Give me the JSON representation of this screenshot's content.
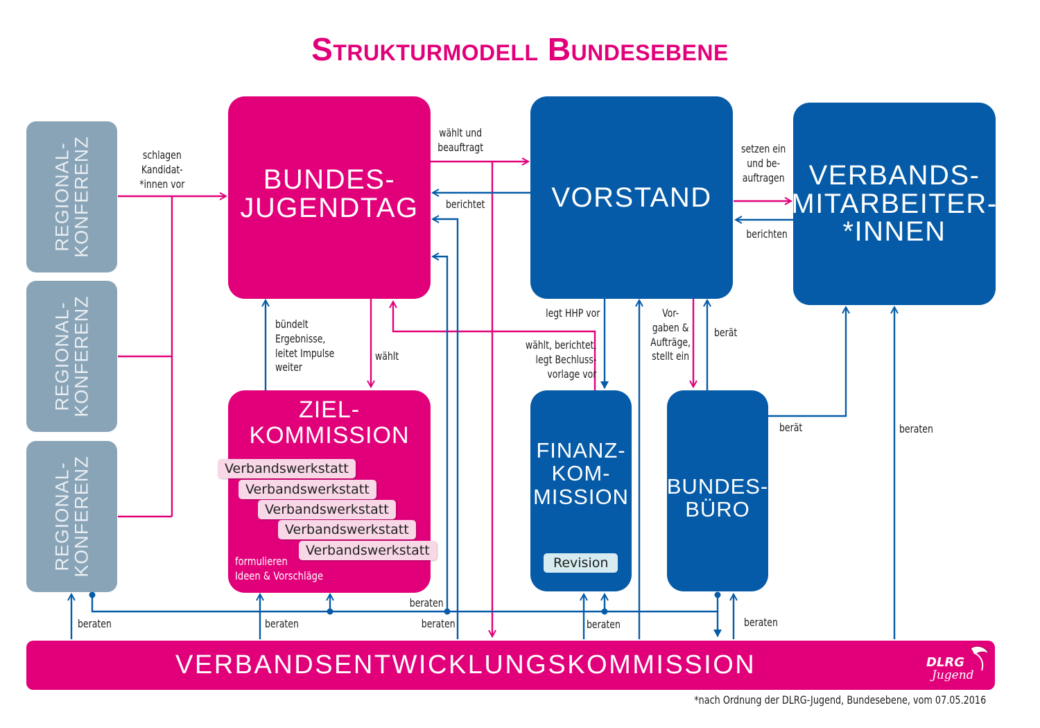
{
  "title": "Strukturmodell Bundesebene",
  "boxes": {
    "regional_1": "REGIONAL-\nKONFERENZ",
    "regional_2": "REGIONAL-\nKONFERENZ",
    "regional_3": "REGIONAL-\nKONFERENZ",
    "bundesjugendtag": "BUNDES-\nJUGENDTAG",
    "vorstand": "VORSTAND",
    "verbandsmitarbeiter": "VERBANDS-\nMITARBEITER-\n*INNEN",
    "zielkommission": "ZIEL-\nKOMMISSION",
    "finanzkommission": "FINANZ-\nKOM-\nMISSION",
    "bundesbuero": "BUNDES-\nBÜRO",
    "verbandsentwicklung": "VERBANDSENTWICKLUNGSKOMMISSION"
  },
  "werkstaetten": [
    "Verbandswerkstatt",
    "Verbandswerkstatt",
    "Verbandswerkstatt",
    "Verbandswerkstatt",
    "Verbandswerkstatt"
  ],
  "ziel_note": "formulieren\nIdeen & Vorschläge",
  "revision": "Revision",
  "labels": {
    "schlagen": "schlagen\nKandidat-\n*innen vor",
    "waehlt_beauftragt": "wählt und\nbeauftragt",
    "berichtet": "berichtet",
    "setzen_ein": "setzen ein\nund be-\nauftragen",
    "berichten": "berichten",
    "buendelt": "bündelt\nErgebnisse,\nleitet Impulse\nweiter",
    "waehlt": "wählt",
    "legt_hhp": "legt HHP vor",
    "waehlt_berichtet": "wählt, berichtet,\nlegt Bechluss-\nvorlage vor",
    "vorgaben": "Vor-\ngaben &\nAufträge,\nstellt ein",
    "beraet_1": "berät",
    "beraet_2": "berät",
    "beraten_1": "beraten",
    "beraten_2": "beraten",
    "beraten_3": "beraten",
    "beraten_4": "beraten",
    "beraten_5": "beraten",
    "beraten_6": "beraten",
    "beraten_7": "beraten"
  },
  "footnote": "*nach Ordnung der DLRG-Jugend, Bundesebene, vom 07.05.2016",
  "logo_text": "DLRG Jugend",
  "colors": {
    "pink": "#e2007a",
    "blue": "#055ba7",
    "grey": "#8aa4b7"
  }
}
